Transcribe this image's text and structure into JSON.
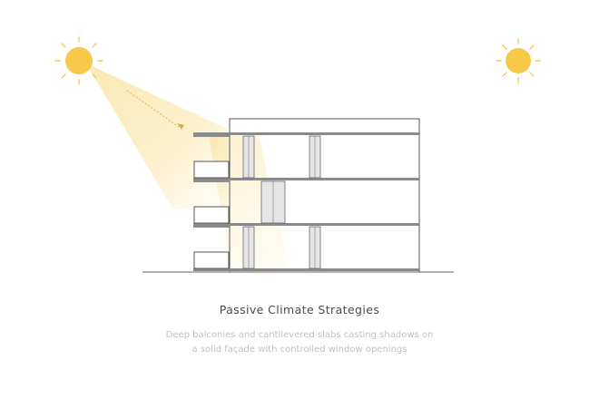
{
  "caption": {
    "title": "Passive Climate Strategies",
    "description_line1": "Deep balconies and cantilevered slabs casting shadows on",
    "description_line2": "a solid façade with controlled window openings"
  },
  "icons": {
    "sun_left": "sun-icon",
    "sun_right": "sun-icon"
  },
  "colors": {
    "sun": "#f7c948",
    "sun_ray": "#f4c95d",
    "light_beam": "#f7d774",
    "line": "#555555",
    "slab": "#8a8a8a",
    "glass": "#e6e6e6"
  }
}
